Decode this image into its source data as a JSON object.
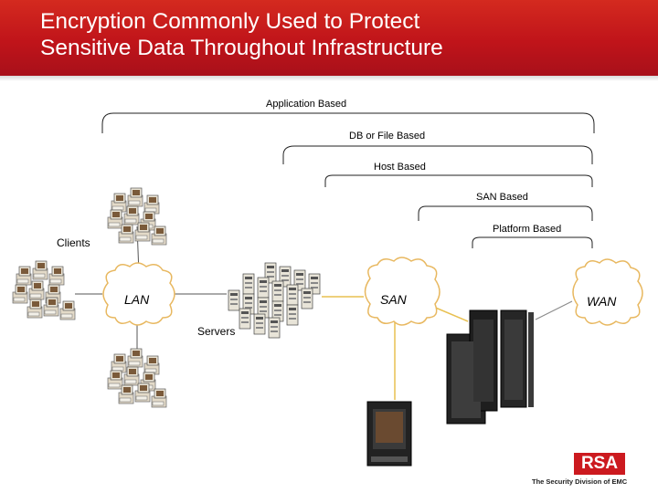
{
  "slide": {
    "title_line1": "Encryption Commonly Used to Protect",
    "title_line2": "Sensitive Data Throughout Infrastructure"
  },
  "scopes": {
    "application": "Application Based",
    "db_file": "DB or File Based",
    "host": "Host Based",
    "san": "SAN Based",
    "platform": "Platform Based"
  },
  "nodes": {
    "clients": "Clients",
    "servers": "Servers"
  },
  "clouds": {
    "lan": "LAN",
    "san": "SAN",
    "wan": "WAN"
  },
  "brand": {
    "logo": "RSA",
    "tagline": "The Security Division of EMC",
    "color": "#cc1a1f"
  }
}
